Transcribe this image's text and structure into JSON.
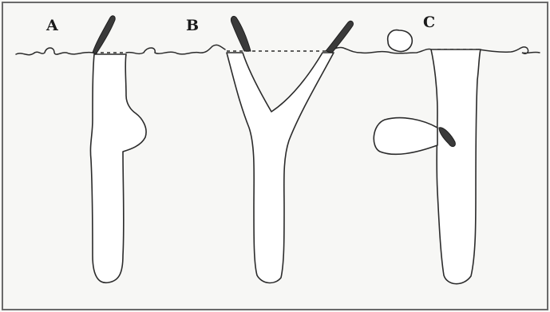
{
  "panels": [
    {
      "id": "a",
      "label": "A"
    },
    {
      "id": "b",
      "label": "B"
    },
    {
      "id": "c",
      "label": "C"
    }
  ],
  "colors": {
    "background": "#f7f7f5",
    "line": "#2b2b2b",
    "ovipositor": "#3a3a3a",
    "frame": "#6a6a6a"
  }
}
